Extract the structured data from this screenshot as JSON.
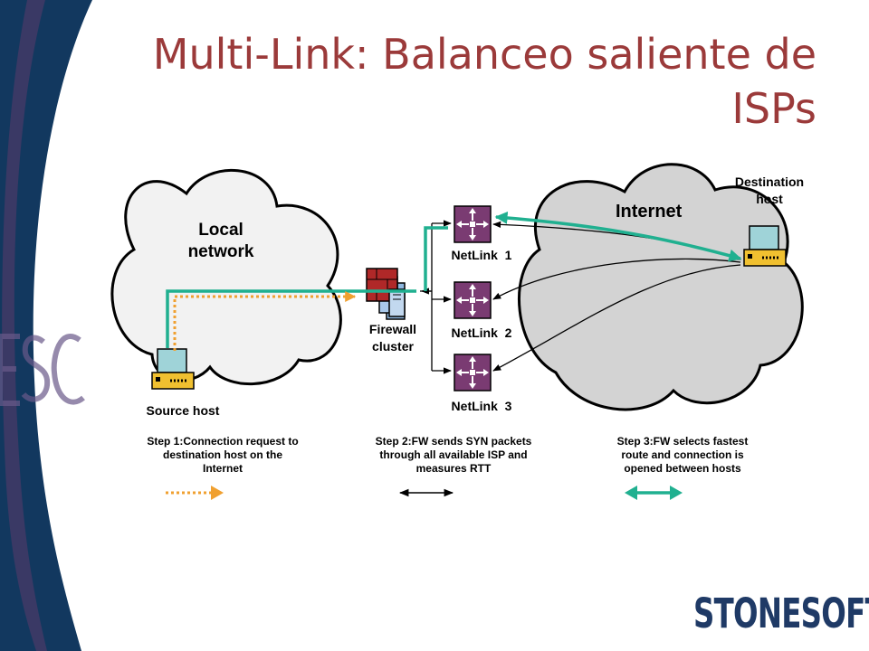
{
  "title": "Multi-Link: Balanceo saliente de ISPs",
  "nodes": {
    "local_network": "Local network",
    "internet": "Internet",
    "firewall": "Firewall cluster",
    "netlink1": "NetLink  1",
    "netlink2": "NetLink  2",
    "netlink3": "NetLink  3",
    "source_host": "Source host",
    "destination_host": "Destination host"
  },
  "steps": [
    {
      "text": "Step 1:Connection request to destination host on the Internet",
      "arrow": "dotted",
      "color": "#f0a030"
    },
    {
      "text": "Step 2:FW sends SYN packets through all available ISP and measures RTT",
      "arrow": "double-headed",
      "color": "#000000"
    },
    {
      "text": "Step 3:FW selects fastest route and connection is opened between hosts",
      "arrow": "double-headed-thick",
      "color": "#20b090"
    }
  ],
  "brand": "STONESOFT",
  "colors": {
    "title": "#9b3a3a",
    "sidebar": "#12385f",
    "cloud_local": "#f2f2f2",
    "cloud_internet": "#d3d3d3",
    "router": "#7a3b72",
    "firewall_red": "#b02828",
    "teal": "#20b090",
    "orange": "#f0a030",
    "brand": "#1f3a66"
  }
}
